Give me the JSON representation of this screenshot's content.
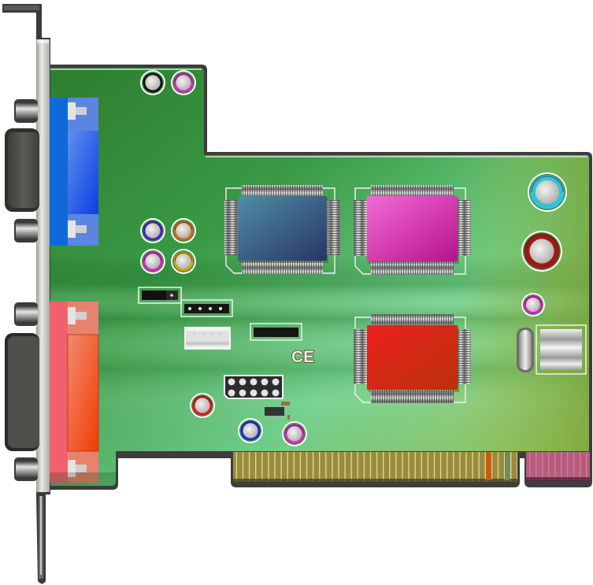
{
  "title": "PCI Sound Card",
  "markings": {
    "ce_mark": "CE"
  },
  "colors": {
    "pcb_dark": "#2f7f33",
    "pcb_light": "#7cd08a",
    "pcb_right": "#8fbf4f",
    "chip_blue": "#3f6e8c",
    "chip_magenta": "#e04dc6",
    "chip_red": "#d8231a",
    "port_blue": "#2f73e6",
    "port_red": "#f0585a",
    "gold_fingers": "#9b8a45",
    "pink_fingers": "#b6607a"
  },
  "components": {
    "ports": [
      {
        "name": "vga-blue-connector",
        "color": "#2f73e6"
      },
      {
        "name": "game-port-red-connector",
        "color": "#f0585a"
      }
    ],
    "chips": [
      {
        "name": "audio-codec-chip",
        "color": "#3f6e8c"
      },
      {
        "name": "dsp-chip",
        "color": "#e04dc6"
      },
      {
        "name": "controller-chip",
        "color": "#d8231a"
      }
    ],
    "capacitors": [
      {
        "name": "cap-black",
        "ring": "#111111"
      },
      {
        "name": "cap-magenta-top",
        "ring": "#e020c8"
      },
      {
        "name": "cap-purple",
        "ring": "#4a1fcf"
      },
      {
        "name": "cap-orange",
        "ring": "#d86a10"
      },
      {
        "name": "cap-magenta-mid",
        "ring": "#e020c8"
      },
      {
        "name": "cap-yellow",
        "ring": "#d8a010"
      },
      {
        "name": "cap-red",
        "ring": "#e81414"
      },
      {
        "name": "cap-blue",
        "ring": "#1030e0"
      },
      {
        "name": "cap-magenta-bottom",
        "ring": "#e020c8"
      },
      {
        "name": "cap-cyan",
        "ring": "#33c3d8"
      },
      {
        "name": "cap-darkred",
        "ring": "#a01818"
      },
      {
        "name": "cap-magenta-right",
        "ring": "#f010d0"
      }
    ]
  }
}
